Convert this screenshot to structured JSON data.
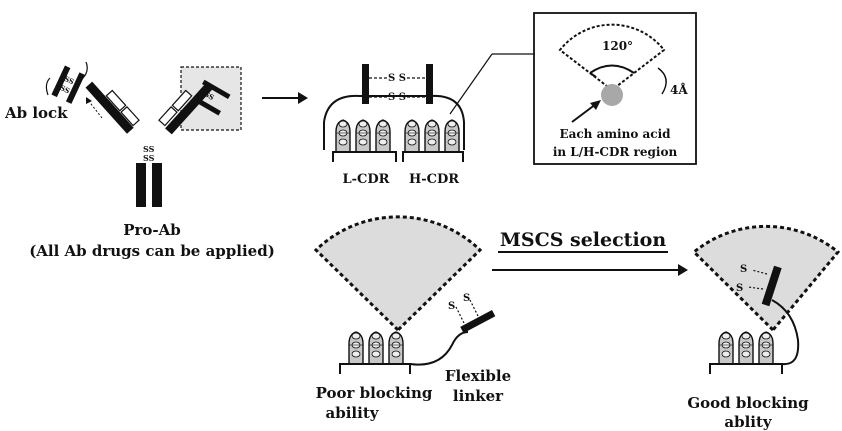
{
  "labels": {
    "ab_lock": "Ab lock",
    "pro_ab": "Pro-Ab",
    "pro_ab_sub": "(All Ab drugs can be applied)",
    "l_cdr": "L-CDR",
    "h_cdr": "H-CDR",
    "angle": "120°",
    "distance": "4Å",
    "inset_line1": "Each amino acid",
    "inset_line2": "in L/H-CDR region",
    "mscs": "MSCS selection",
    "poor_line1": "Poor blocking",
    "poor_line2": "ability",
    "flexible_line1": "Flexible",
    "flexible_line2": "linker",
    "good_line1": "Good blocking",
    "good_line2": "ablity",
    "ss": "SS",
    "s": "S"
  },
  "colors": {
    "ink": "#111111",
    "sector_fill": "#dcdcdc",
    "highlight_box": "#e6e6e6",
    "amino_acid": "#a8a8a8",
    "cdr_loop": "#c8c8c8"
  }
}
